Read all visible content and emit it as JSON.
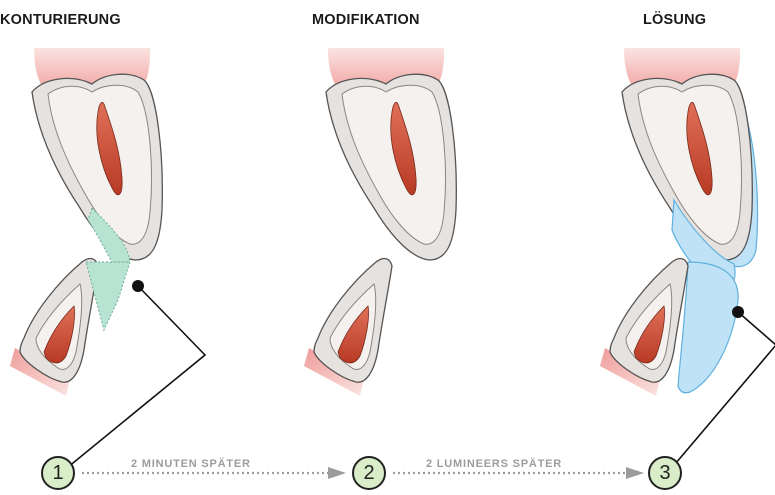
{
  "panels": [
    {
      "title": "KONTURIERUNG"
    },
    {
      "title": "MODIFIKATION"
    },
    {
      "title": "LÖSUNG"
    }
  ],
  "steps": [
    "1",
    "2",
    "3"
  ],
  "arrows": [
    {
      "label": "2 MINUTEN SPÄTER"
    },
    {
      "label": "2 LUMINEERS SPÄTER"
    }
  ],
  "colors": {
    "gum": "#f0a8a6",
    "enamel": "#f2efec",
    "pulp": "#c74a34",
    "contour_mark": "#b7e3d2",
    "lumineer": "#bfe2f6",
    "step_fill": "#d9edc9",
    "arrow": "#9c9c9c"
  }
}
